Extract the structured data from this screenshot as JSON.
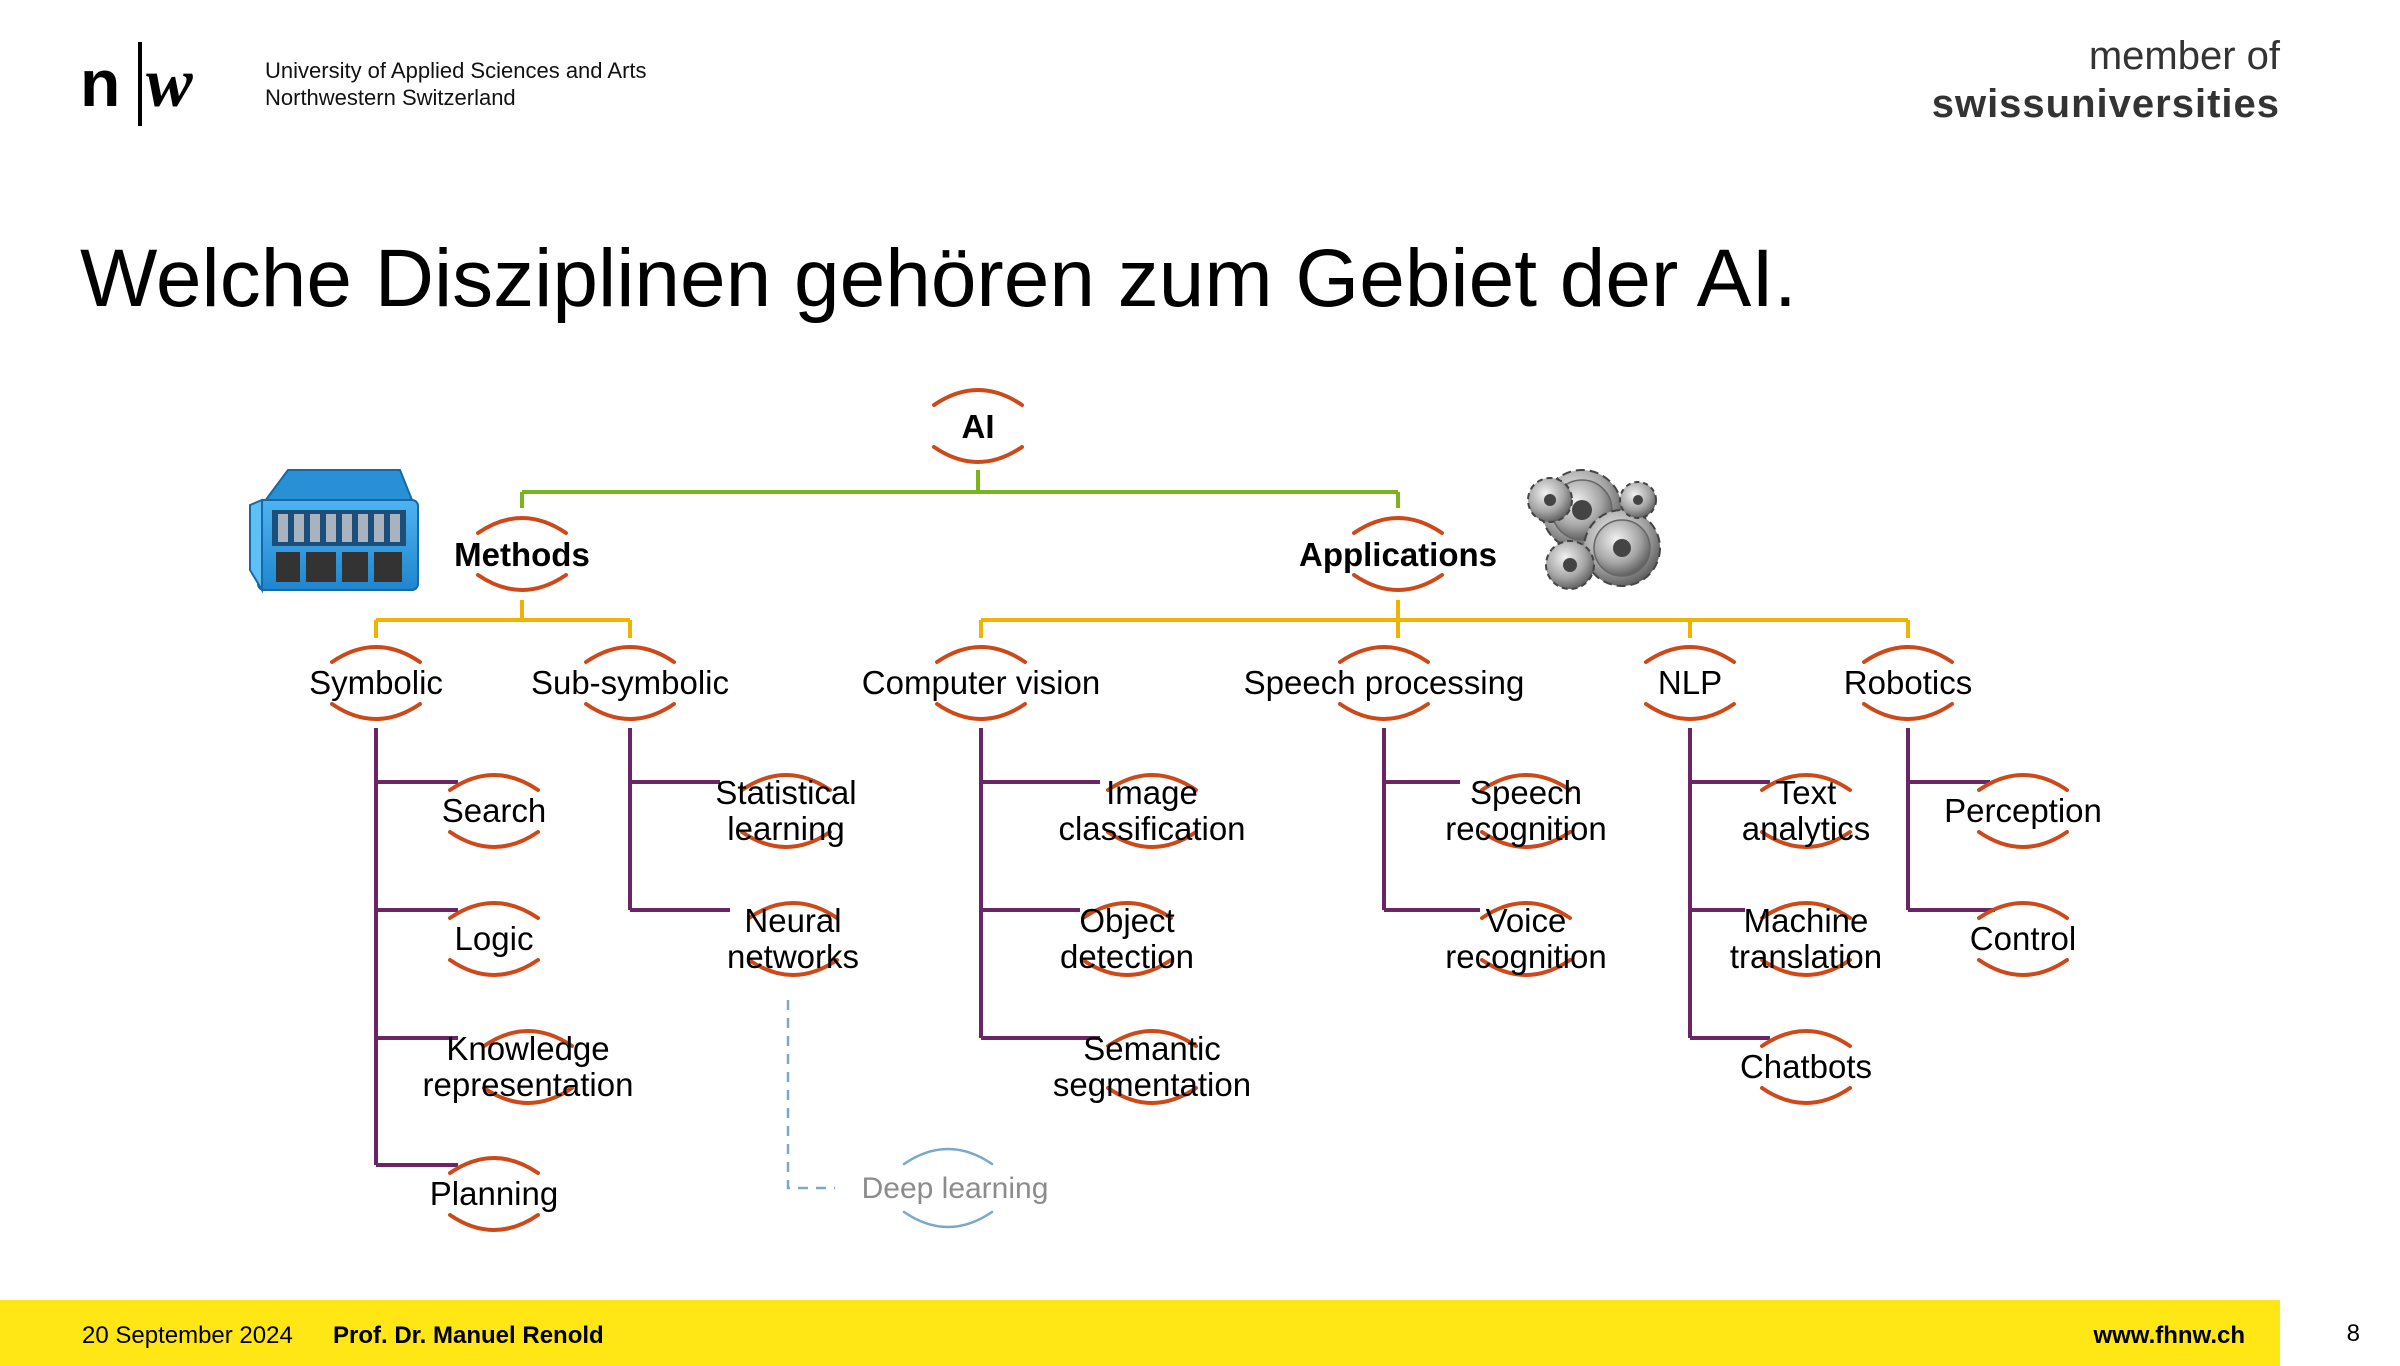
{
  "header": {
    "logo_letters": "n|w",
    "university_line1": "University of Applied Sciences and Arts",
    "university_line2": "Northwestern Switzerland",
    "member_of": "member of",
    "swissuniversities": "swissuniversities"
  },
  "title": "Welche Disziplinen gehören zum Gebiet der AI.",
  "diagram": {
    "root": "AI",
    "methods": "Methods",
    "applications": "Applications",
    "symbolic": {
      "label": "Symbolic",
      "children": [
        "Search",
        "Logic",
        [
          "Knowledge",
          "representation"
        ],
        "Planning"
      ]
    },
    "subsymbolic": {
      "label": "Sub-symbolic",
      "children": [
        [
          "Statistical",
          "learning"
        ],
        [
          "Neural",
          "networks"
        ]
      ]
    },
    "deep_learning": "Deep learning",
    "computer_vision": {
      "label": "Computer vision",
      "children": [
        [
          "Image",
          "classification"
        ],
        [
          "Object",
          "detection"
        ],
        [
          "Semantic",
          "segmentation"
        ]
      ]
    },
    "speech_processing": {
      "label": "Speech processing",
      "children": [
        [
          "Speech",
          "recognition"
        ],
        [
          "Voice",
          "recognition"
        ]
      ]
    },
    "nlp": {
      "label": "NLP",
      "children": [
        [
          "Text",
          "analytics"
        ],
        [
          "Machine",
          "translation"
        ],
        "Chatbots"
      ]
    },
    "robotics": {
      "label": "Robotics",
      "children": [
        "Perception",
        "Control"
      ]
    }
  },
  "colors": {
    "green_connector": "#7ab51d",
    "orange_connector": "#f0b400",
    "purple_connector": "#6b2466",
    "bracket": "#cc4a1a",
    "deep_learning_bracket": "#7ba7c9",
    "footer_bg": "#ffe716"
  },
  "footer": {
    "date": "20 September 2024",
    "author": "Prof. Dr. Manuel Renold",
    "website": "www.fhnw.ch",
    "page_number": "8"
  }
}
